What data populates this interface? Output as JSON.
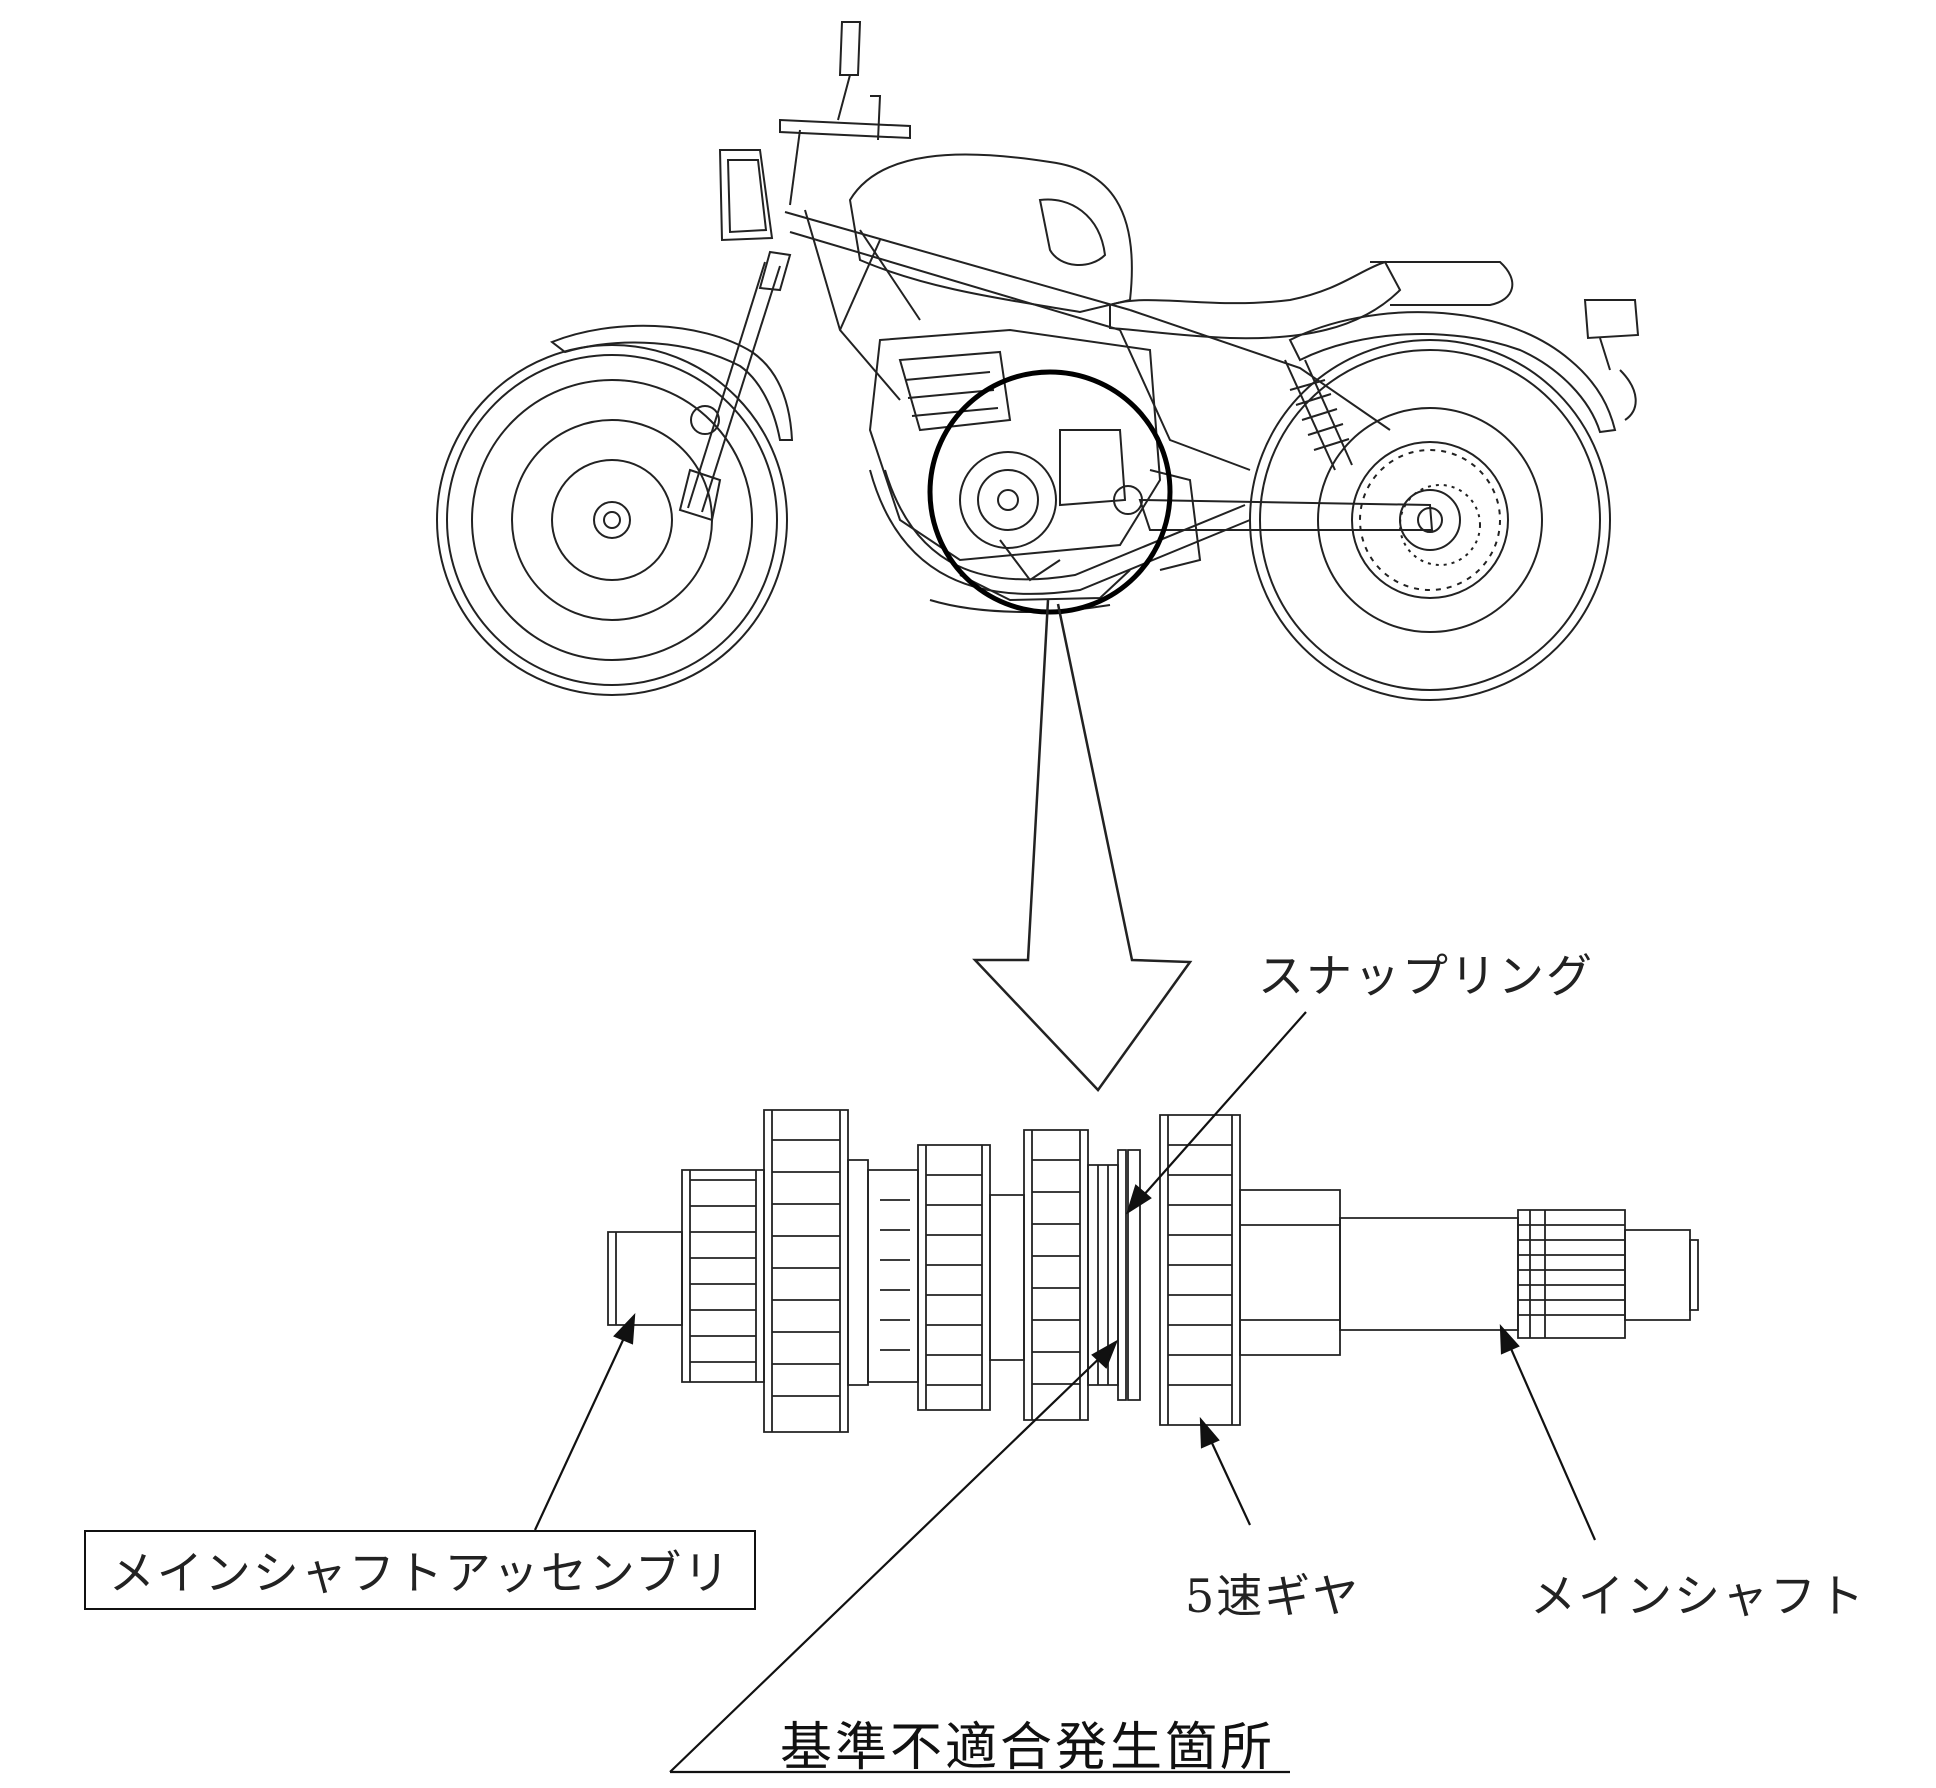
{
  "labels": {
    "snap_ring": "スナップリング",
    "main_shaft_assembly": "メインシャフトアッセンブリ",
    "fifth_gear": "5速ギヤ",
    "main_shaft": "メインシャフト",
    "nonconformity_location": "基準不適合発生箇所"
  },
  "colors": {
    "line": "#111111",
    "background": "#ffffff"
  }
}
